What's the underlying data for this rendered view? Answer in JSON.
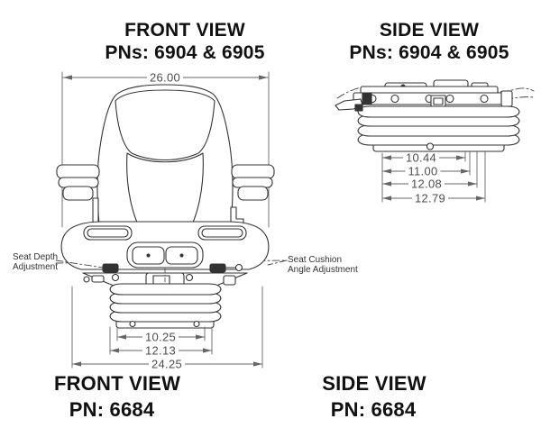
{
  "colors": {
    "drawing_line": "#333333",
    "dimension_line": "#666666",
    "dimension_text": "#4d4d4d",
    "title_text": "#111111",
    "callout_text": "#333333"
  },
  "titles": {
    "front_top": {
      "view": "FRONT VIEW",
      "pn": "PNs: 6904 & 6905"
    },
    "side_top": {
      "view": "SIDE VIEW",
      "pn": "PNs: 6904 & 6905"
    },
    "front_bottom": {
      "view": "FRONT VIEW",
      "pn": "PN: 6684"
    },
    "side_bottom": {
      "view": "SIDE VIEW",
      "pn": "PN: 6684"
    }
  },
  "front_view": {
    "dimensions": {
      "overall_width": "26.00",
      "bellows_inner_width": "10.25",
      "bellows_outer_width": "12.13",
      "base_width": "24.25"
    },
    "callouts": {
      "seat_depth": {
        "line1": "Seat Depth",
        "line2": "Adjustment"
      },
      "seat_cushion": {
        "line1": "Seat Cushion",
        "line2": "Angle Adjustment"
      }
    }
  },
  "side_view": {
    "dimensions": {
      "dim_1": "10.44",
      "dim_2": "11.00",
      "dim_3": "12.08",
      "dim_4": "12.79"
    }
  }
}
